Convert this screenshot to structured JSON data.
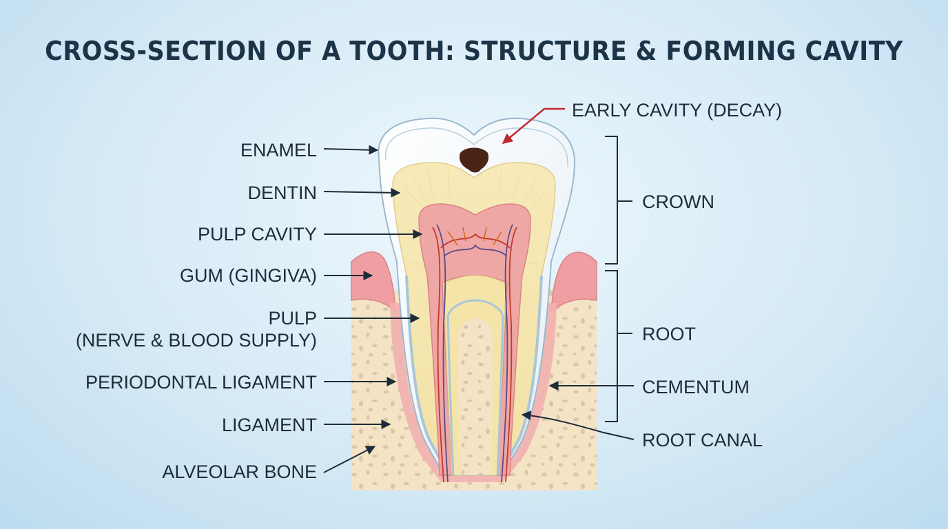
{
  "title": "CROSS-SECTION OF A TOOTH: STRUCTURE & FORMING CAVITY",
  "labels": {
    "enamel": "ENAMEL",
    "dentin": "DENTIN",
    "pulp_cavity": "PULP CAVITY",
    "gum": "GUM (GINGIVA)",
    "pulp": "PULP",
    "pulp_sub": "(NERVE & BLOOD SUPPLY)",
    "periodontal_ligament": "PERIODONTAL LIGAMENT",
    "ligament": "LIGAMENT",
    "alveolar_bone": "ALVEOLAR BONE",
    "early_cavity": "EARLY CAVITY (DECAY)",
    "crown": "CROWN",
    "root": "ROOT",
    "cementum": "CEMENTUM",
    "root_canal": "ROOT CANAL"
  },
  "colors": {
    "label_text": "#1e2b38",
    "leader_line": "#1e2b38",
    "cavity_arrow": "#c0282d",
    "enamel": "#eef6fb",
    "dentin": "#f6e8b4",
    "pulp": "#eea7a4",
    "gum": "#ef9ea2",
    "bone": "#f4e3c4",
    "decay": "#4a2516"
  }
}
